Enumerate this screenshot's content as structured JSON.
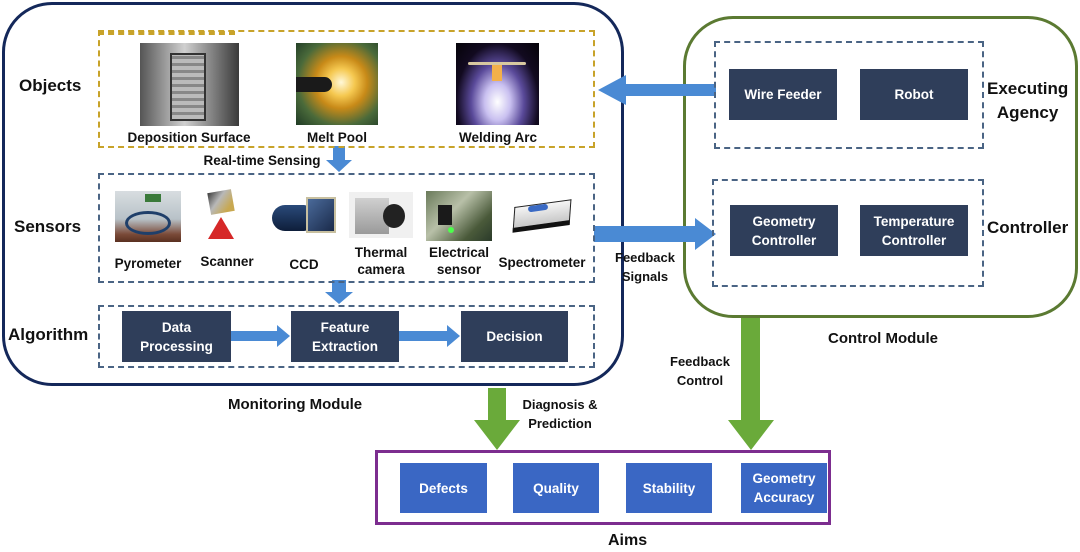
{
  "monitoring_module": {
    "title": "Monitoring Module",
    "objects": {
      "label": "Objects",
      "items": [
        {
          "caption": "Deposition Surface",
          "icon": "deposition-surface-photo"
        },
        {
          "caption": "Melt Pool",
          "icon": "melt-pool-photo"
        },
        {
          "caption": "Welding Arc",
          "icon": "welding-arc-photo"
        }
      ]
    },
    "sensing_label": "Real-time Sensing",
    "sensors": {
      "label": "Sensors",
      "items": [
        {
          "caption": "Pyrometer",
          "icon": "pyrometer-photo"
        },
        {
          "caption": "Scanner",
          "icon": "scanner-photo"
        },
        {
          "caption": "CCD",
          "icon": "ccd-camera-photo"
        },
        {
          "caption_line1": "Thermal",
          "caption_line2": "camera",
          "icon": "thermal-camera-photo"
        },
        {
          "caption_line1": "Electrical",
          "caption_line2": "sensor",
          "icon": "electrical-sensor-photo"
        },
        {
          "caption": "Spectrometer",
          "icon": "spectrometer-photo"
        }
      ]
    },
    "algorithm": {
      "label": "Algorithm",
      "steps": [
        {
          "line1": "Data",
          "line2": "Processing"
        },
        {
          "line1": "Feature",
          "line2": "Extraction"
        },
        {
          "line1": "Decision"
        }
      ]
    }
  },
  "control_module": {
    "title": "Control Module",
    "executing_agency": {
      "label_line1": "Executing",
      "label_line2": "Agency",
      "items": [
        "Wire Feeder",
        "Robot"
      ]
    },
    "controller": {
      "label": "Controller",
      "items": [
        {
          "line1": "Geometry",
          "line2": "Controller"
        },
        {
          "line1": "Temperature",
          "line2": "Controller"
        }
      ]
    }
  },
  "connections": {
    "feedback_signals": {
      "line1": "Feedback",
      "line2": "Signals"
    },
    "feedback_control": {
      "line1": "Feedback",
      "line2": "Control"
    },
    "diagnosis": {
      "line1": "Diagnosis &",
      "line2": "Prediction"
    }
  },
  "aims": {
    "title": "Aims",
    "items": [
      {
        "line1": "Defects"
      },
      {
        "line1": "Quality"
      },
      {
        "line1": "Stability"
      },
      {
        "line1": "Geometry",
        "line2": "Accuracy"
      }
    ]
  },
  "colors": {
    "monitoring_border": "#14285a",
    "control_border": "#5b7a32",
    "objects_dash": "#c8a32a",
    "blue_dash": "#4a6484",
    "dark_box": "#2f3e5a",
    "aim_box": "#3a67c4",
    "aims_border": "#7c2d8f",
    "blue_arrow": "#4a8ad4",
    "green_arrow": "#6aaa3a"
  }
}
